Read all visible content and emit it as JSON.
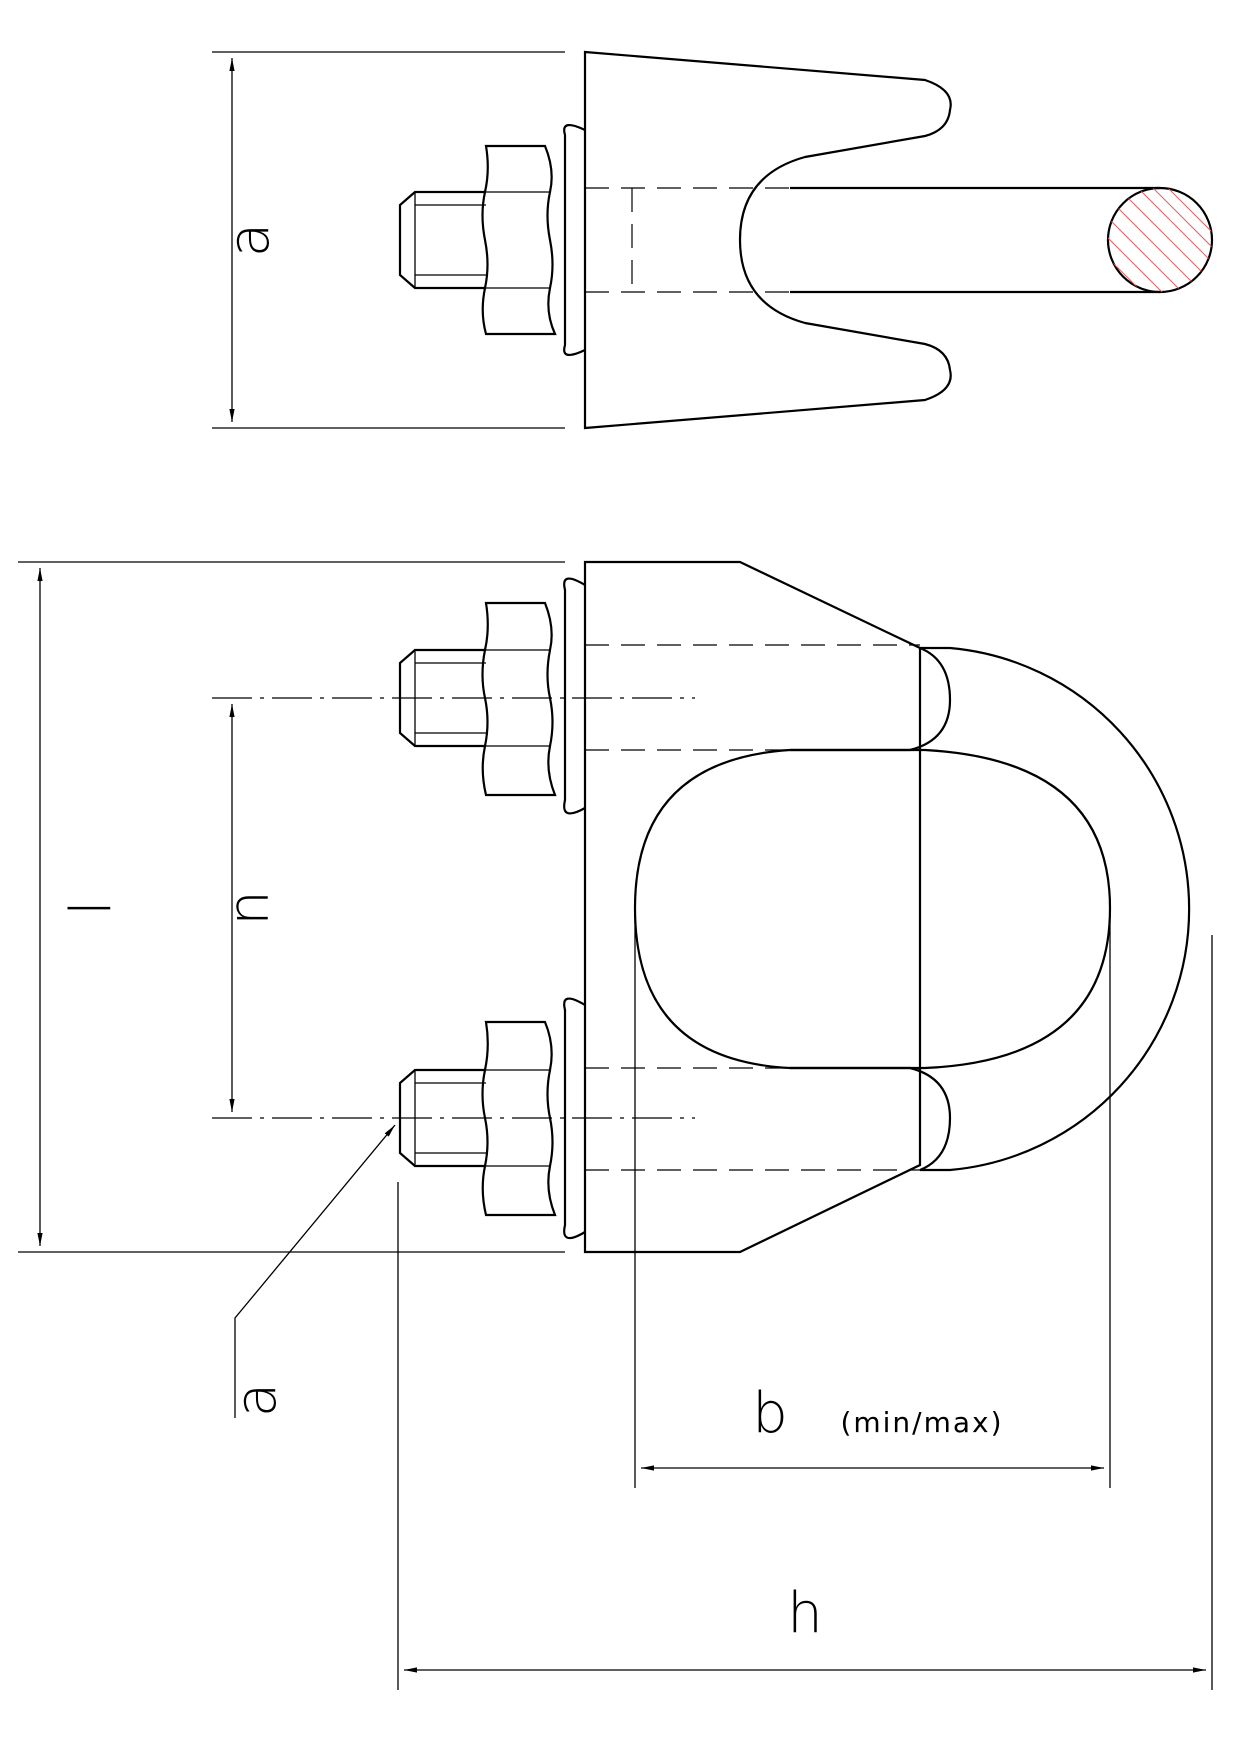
{
  "labels": {
    "a_top": "a",
    "a_bottom": "a",
    "l": "l",
    "n": "n",
    "b": "b",
    "b_note": "(min/max)",
    "h": "h"
  },
  "colors": {
    "line": "#000000",
    "hatch": "#e06060",
    "background": "#ffffff"
  }
}
